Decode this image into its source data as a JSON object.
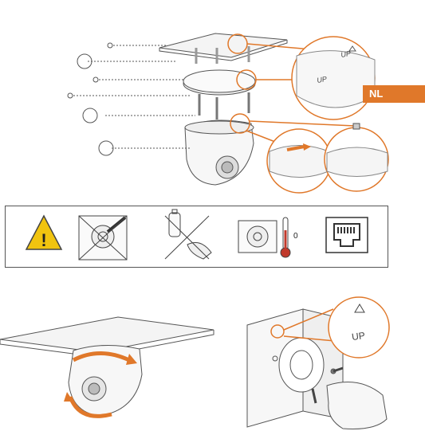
{
  "language_tab": "NL",
  "colors": {
    "accent": "#e0782a",
    "warning_yellow": "#f1c40f",
    "line": "#555555"
  },
  "top_figure": {
    "callout_marks": [
      "",
      "",
      "",
      "",
      "",
      ""
    ],
    "inset_top_labels": [
      "UP",
      "UP"
    ]
  },
  "warning_icons": [
    "caution-triangle-icon",
    "no-screwdriver-adjust-icon",
    "no-spray-clean-icon",
    "temperature-icon",
    "rj45-port-icon"
  ],
  "temperature_mark": "0",
  "bottom_right_figure": {
    "inset_label": "UP"
  }
}
